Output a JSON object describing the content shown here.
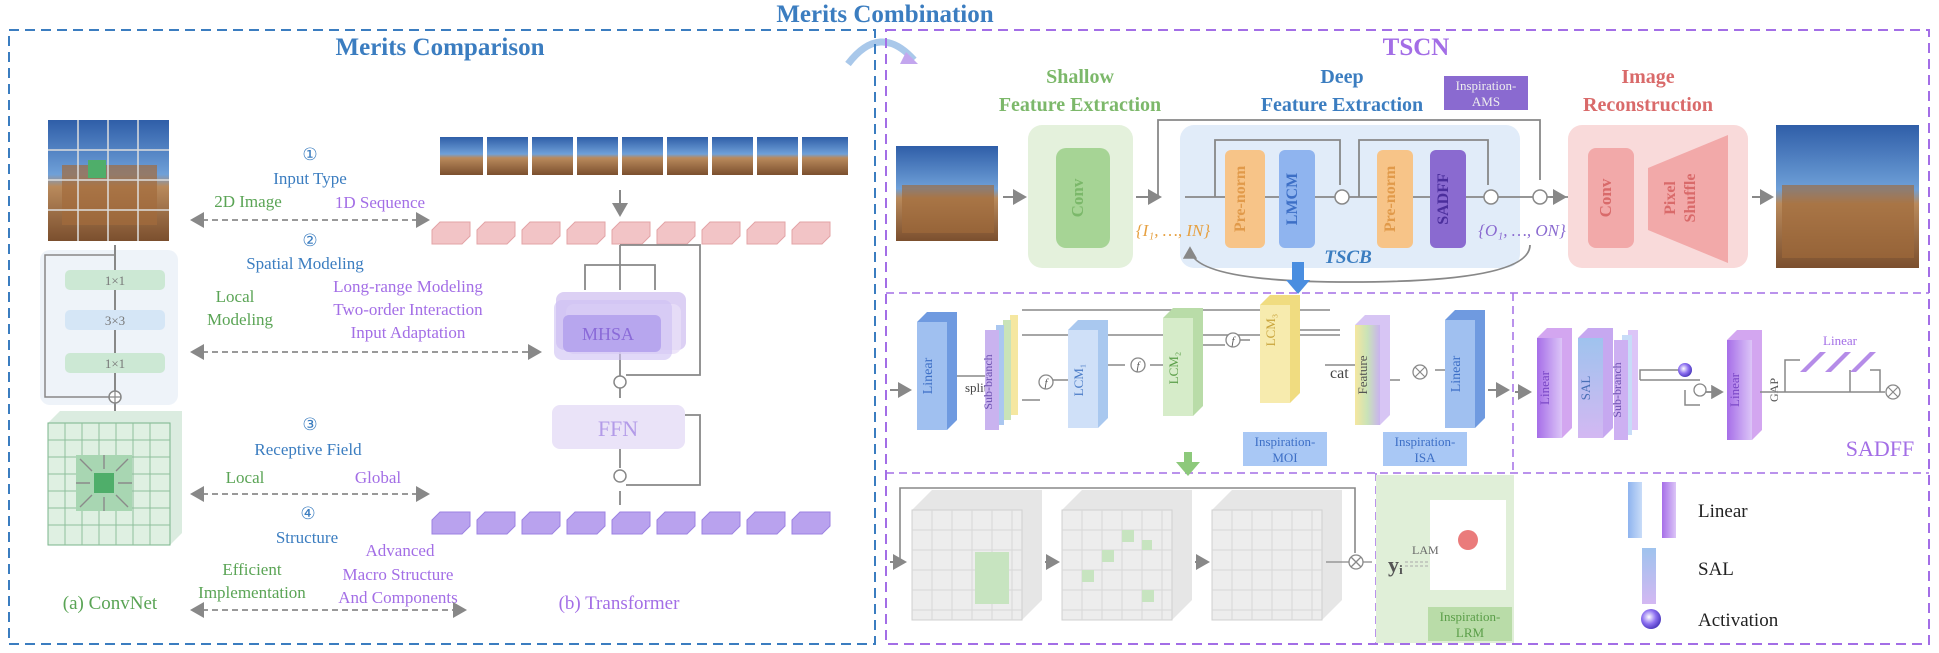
{
  "title": "Merits Combination",
  "left": {
    "title": "Merits Comparison",
    "convnet_label": "(a) ConvNet",
    "transformer_label": "(b) Transformer",
    "conv_blocks": [
      "1×1",
      "3×3",
      "1×1"
    ],
    "mhsa": "MHSA",
    "ffn": "FFN",
    "s1": {
      "num": "①",
      "title": "Input Type",
      "left": "2D Image",
      "right": "1D Sequence"
    },
    "s2": {
      "num": "②",
      "title": "Spatial Modeling",
      "left1": "Local",
      "left2": "Modeling",
      "right1": "Long-range Modeling",
      "right2": "Two-order Interaction",
      "right3": "Input Adaptation"
    },
    "s3": {
      "num": "③",
      "title": "Receptive Field",
      "left": "Local",
      "right": "Global"
    },
    "s4": {
      "num": "④",
      "title": "Structure",
      "left1": "Efficient",
      "left2": "Implementation",
      "right1": "Advanced",
      "right2": "Macro Structure",
      "right3": "And Components"
    }
  },
  "right": {
    "title": "TSCN",
    "shallow1": "Shallow",
    "shallow2": "Feature Extraction",
    "deep1": "Deep",
    "deep2": "Feature Extraction",
    "recon1": "Image",
    "recon2": "Reconstruction",
    "insp_ams1": "Inspiration-",
    "insp_ams2": "AMS",
    "conv": "Conv",
    "prenorm": "Pre-norm",
    "lmcm": "LMCM",
    "sadff": "SADFF",
    "pixel1": "Pixel",
    "pixel2": "Shuffle",
    "in_seq": "{I₁, …, IN}",
    "out_seq": "{O₁, …, ON}",
    "tscb": "TSCB",
    "lmcm_detail": {
      "linear": "Linear",
      "split": "split",
      "subbranch": "Sub-branch",
      "lcm1": "LCM₁",
      "lcm2": "LCM₂",
      "lcm3": "LCM₃",
      "cat": "cat",
      "feature": "Feature",
      "insp_moi1": "Inspiration-",
      "insp_moi2": "MOI",
      "insp_isa1": "Inspiration-",
      "insp_isa2": "ISA",
      "f": "f"
    },
    "sadff_detail": {
      "linear": "Linear",
      "sal": "SAL",
      "subbranch": "Sub-branch",
      "gap": "GAP",
      "label": "SADFF"
    },
    "lam": {
      "yi": "yᵢ",
      "lam": "LAM",
      "insp1": "Inspiration-",
      "insp2": "LRM"
    },
    "legend": {
      "linear": "Linear",
      "sal": "SAL",
      "activation": "Activation"
    }
  },
  "colors": {
    "blue_title": "#3b7dc0",
    "purple": "#a36ee6",
    "green": "#5aa455",
    "red": "#d96a6a"
  }
}
